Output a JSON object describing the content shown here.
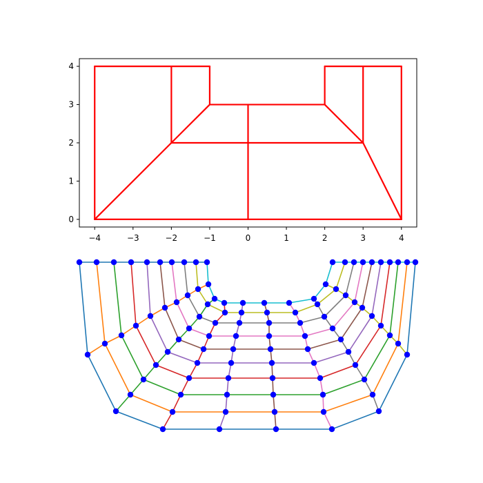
{
  "chart_data": [
    {
      "type": "line",
      "title": "",
      "xlabel": "",
      "ylabel": "",
      "xlim": [
        -4.4,
        4.4
      ],
      "ylim": [
        -0.2,
        4.2
      ],
      "xticks": [
        -4,
        -3,
        -2,
        -1,
        0,
        1,
        2,
        3,
        4
      ],
      "yticks": [
        0,
        1,
        2,
        3,
        4
      ],
      "grid": false,
      "color": "#ff0000",
      "segments": [
        [
          [
            -4,
            0
          ],
          [
            4,
            0
          ]
        ],
        [
          [
            4,
            0
          ],
          [
            4,
            4
          ]
        ],
        [
          [
            4,
            4
          ],
          [
            2,
            4
          ]
        ],
        [
          [
            2,
            4
          ],
          [
            2,
            3
          ]
        ],
        [
          [
            2,
            3
          ],
          [
            -1,
            3
          ]
        ],
        [
          [
            -1,
            3
          ],
          [
            -1,
            4
          ]
        ],
        [
          [
            -1,
            4
          ],
          [
            -4,
            4
          ]
        ],
        [
          [
            -4,
            4
          ],
          [
            -4,
            0
          ]
        ],
        [
          [
            -2,
            4
          ],
          [
            -2,
            2
          ]
        ],
        [
          [
            -2,
            2
          ],
          [
            3,
            2
          ]
        ],
        [
          [
            3,
            4
          ],
          [
            3,
            2
          ]
        ],
        [
          [
            0,
            3
          ],
          [
            0,
            0
          ]
        ],
        [
          [
            -4,
            0
          ],
          [
            -2,
            2
          ]
        ],
        [
          [
            -2,
            2
          ],
          [
            -1,
            3
          ]
        ],
        [
          [
            4,
            0
          ],
          [
            3,
            2
          ]
        ],
        [
          [
            3,
            2
          ],
          [
            2,
            3
          ]
        ]
      ]
    },
    {
      "type": "line",
      "title": "",
      "xlabel": "",
      "ylabel": "",
      "axes_visible": false,
      "marker_color": "#0000ff",
      "series_colors": [
        "#1f77b4",
        "#ff7f0e",
        "#2ca02c",
        "#d62728",
        "#9467bd",
        "#8c564b",
        "#e377c2",
        "#7f7f7f",
        "#bcbd22",
        "#17becf"
      ],
      "rings": [
        [
          [
            115,
            380
          ],
          [
            127,
            514
          ],
          [
            168,
            596
          ],
          [
            236,
            622
          ],
          [
            318,
            622
          ],
          [
            400,
            622
          ],
          [
            481,
            622
          ],
          [
            549,
            596
          ],
          [
            590,
            514
          ],
          [
            602,
            380
          ]
        ],
        [
          [
            140,
            380
          ],
          [
            152,
            498
          ],
          [
            189,
            572
          ],
          [
            250,
            597
          ],
          [
            327,
            597
          ],
          [
            398,
            597
          ],
          [
            469,
            597
          ],
          [
            540,
            572
          ],
          [
            577,
            498
          ],
          [
            590,
            380
          ]
        ],
        [
          [
            165,
            380
          ],
          [
            176,
            486
          ],
          [
            208,
            550
          ],
          [
            262,
            572
          ],
          [
            329,
            572
          ],
          [
            396,
            572
          ],
          [
            468,
            572
          ],
          [
            528,
            550
          ],
          [
            565,
            486
          ],
          [
            577,
            380
          ]
        ],
        [
          [
            190,
            380
          ],
          [
            197,
            472
          ],
          [
            226,
            529
          ],
          [
            274,
            548
          ],
          [
            331,
            548
          ],
          [
            395,
            548
          ],
          [
            464,
            548
          ],
          [
            515,
            529
          ],
          [
            552,
            472
          ],
          [
            565,
            380
          ]
        ],
        [
          [
            213,
            380
          ],
          [
            218,
            458
          ],
          [
            243,
            510
          ],
          [
            286,
            526
          ],
          [
            335,
            526
          ],
          [
            394,
            526
          ],
          [
            455,
            526
          ],
          [
            505,
            510
          ],
          [
            539,
            458
          ],
          [
            552,
            380
          ]
        ],
        [
          [
            232,
            380
          ],
          [
            239,
            446
          ],
          [
            259,
            492
          ],
          [
            295,
            506
          ],
          [
            338,
            506
          ],
          [
            392,
            506
          ],
          [
            446,
            506
          ],
          [
            494,
            492
          ],
          [
            525,
            446
          ],
          [
            539,
            380
          ]
        ],
        [
          [
            249,
            380
          ],
          [
            256,
            438
          ],
          [
            274,
            476
          ],
          [
            303,
            487
          ],
          [
            342,
            487
          ],
          [
            390,
            487
          ],
          [
            442,
            487
          ],
          [
            482,
            476
          ],
          [
            514,
            438
          ],
          [
            526,
            380
          ]
        ],
        [
          [
            267,
            380
          ],
          [
            272,
            428
          ],
          [
            289,
            459
          ],
          [
            312,
            468
          ],
          [
            347,
            468
          ],
          [
            390,
            468
          ],
          [
            435,
            468
          ],
          [
            470,
            459
          ],
          [
            501,
            428
          ],
          [
            513,
            380
          ]
        ],
        [
          [
            284,
            380
          ],
          [
            287,
            419
          ],
          [
            301,
            441
          ],
          [
            326,
            453
          ],
          [
            350,
            453
          ],
          [
            387,
            453
          ],
          [
            428,
            453
          ],
          [
            460,
            441
          ],
          [
            487,
            419
          ],
          [
            500,
            380
          ]
        ],
        [
          [
            300,
            380
          ],
          [
            302,
            412
          ],
          [
            311,
            433
          ],
          [
            325,
            439
          ],
          [
            352,
            439
          ],
          [
            383,
            439
          ],
          [
            419,
            439
          ],
          [
            455,
            433
          ],
          [
            472,
            412
          ],
          [
            482,
            380
          ]
        ]
      ]
    }
  ]
}
